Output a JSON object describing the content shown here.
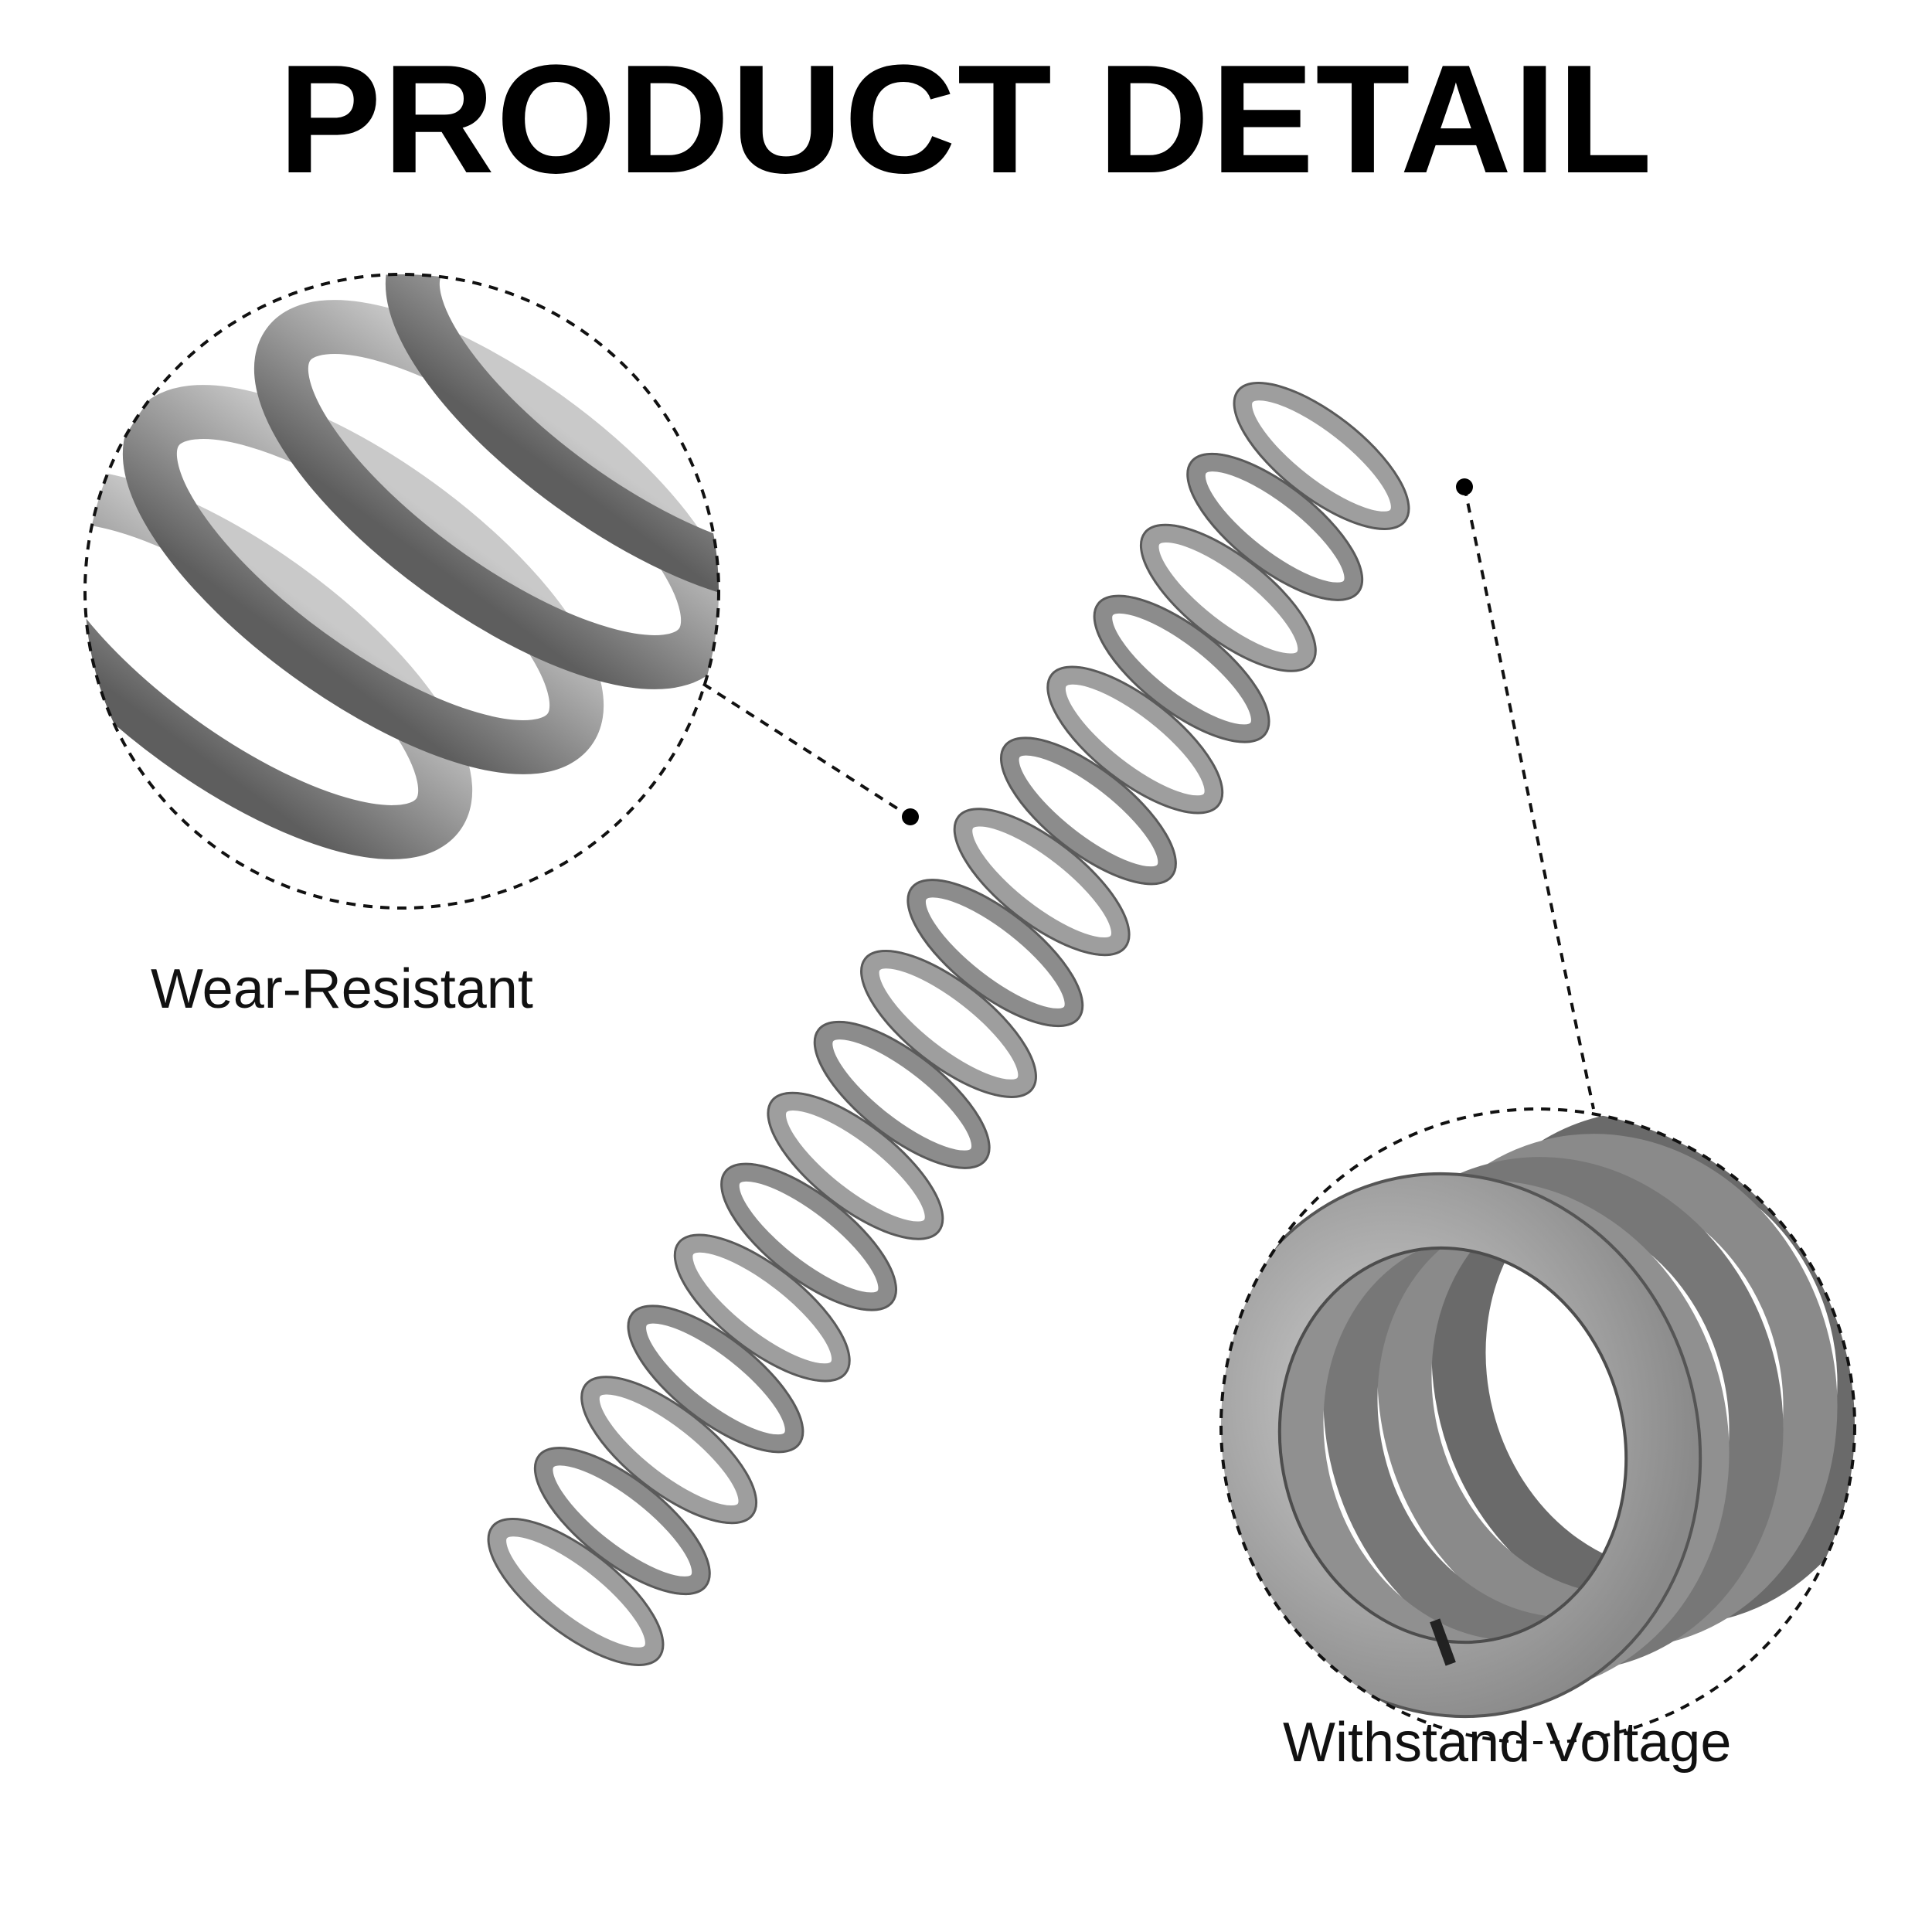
{
  "header": {
    "title": "PRODUCT DETAIL"
  },
  "callouts": [
    {
      "label": "Wear-Resistant",
      "icon": "spring-coil-closeup"
    },
    {
      "label": "Withstand Voltage",
      "icon": "spring-end-closeup"
    }
  ],
  "product": {
    "icon": "compression-spring",
    "color": "#8e8e8e"
  }
}
